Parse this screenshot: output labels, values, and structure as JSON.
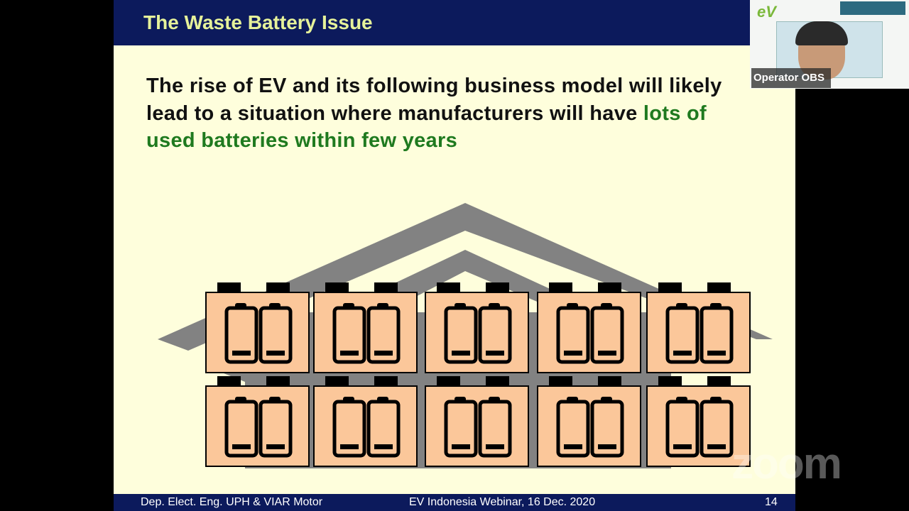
{
  "slide": {
    "title": "The Waste Battery Issue",
    "body_plain": "The rise of EV and its following business model will likely lead to a situation where manufacturers will have ",
    "body_highlight": "lots of used batteries within few years",
    "footer_left": "Dep. Elect. Eng. UPH & VIAR Motor",
    "footer_center": "EV Indonesia Webinar, 16 Dec. 2020",
    "page_number": "14",
    "colors": {
      "header": "#0c1a5c",
      "title": "#e6f29a",
      "highlight": "#1f7a1f",
      "battery_fill": "#fbc79a",
      "roof": "#828282"
    }
  },
  "participant": {
    "name": "Operator OBS",
    "logo": "ev"
  },
  "watermark": "zoom"
}
